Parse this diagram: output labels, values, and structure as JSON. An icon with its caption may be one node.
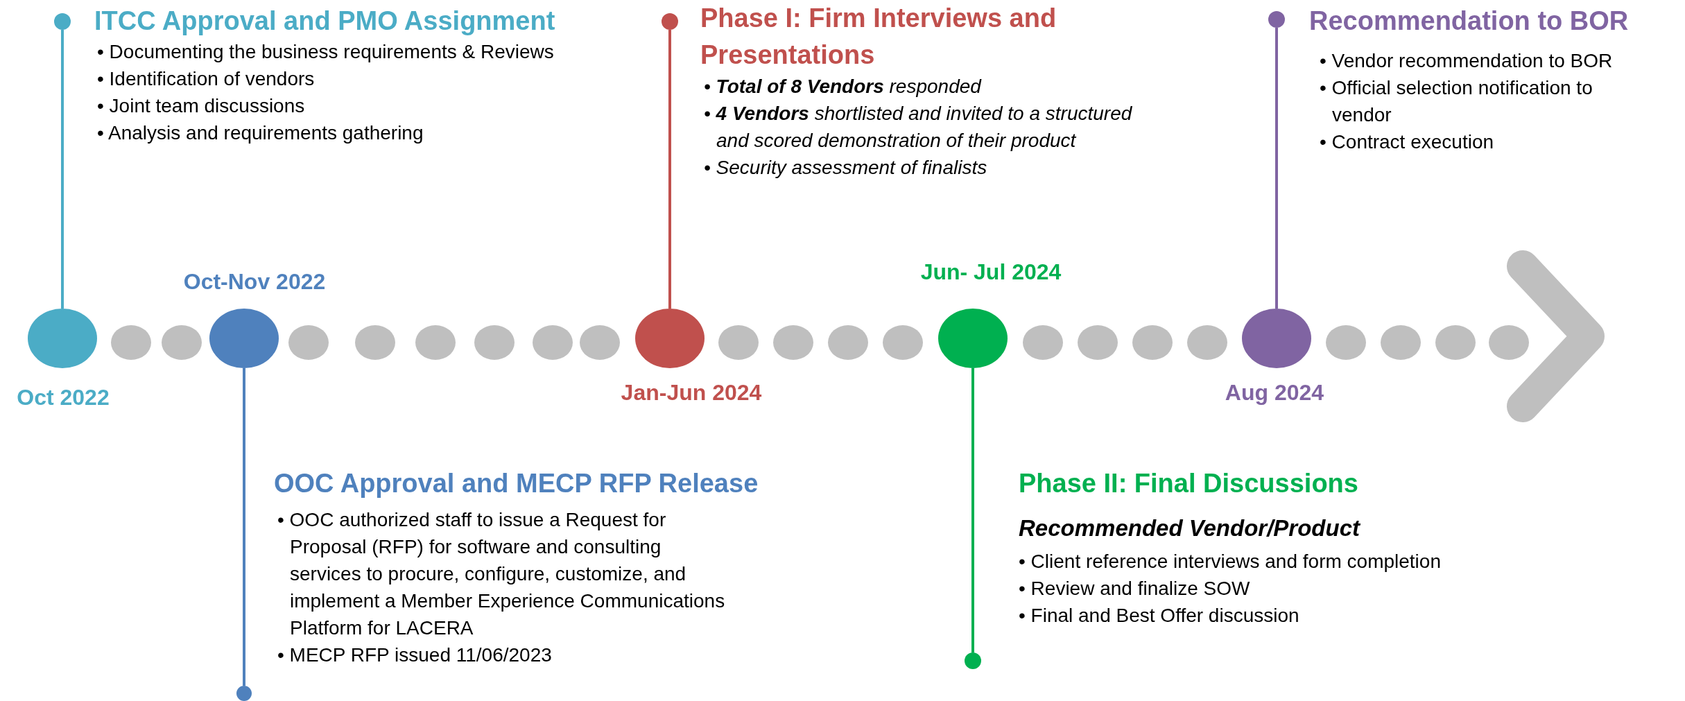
{
  "diagram": {
    "nodes": [
      {
        "text": [],
        "shape": "circle",
        "beside": [
          "ITCC Approval and PMO Assignment",
          "• Documenting the business requirements & Reviews",
          "• Identification of vendors",
          "• Joint team discussions",
          "• Analysis and requirements gathering"
        ]
      },
      {
        "text": [],
        "shape": "circle",
        "beside": [
          "Oct 2022"
        ]
      },
      {
        "text": [],
        "shape": "circle",
        "beside": [
          "Oct-Nov 2022"
        ]
      },
      {
        "text": [],
        "shape": "circle",
        "beside": [
          "OOC Approval and MECP RFP Release",
          "• OOC authorized staff to issue a Request for Proposal (RFP) for software and consulting services to procure, configure, customize, and implement a Member Experience Communications Platform for LACERA",
          "• MECP RFP issued 11/06/2023"
        ]
      },
      {
        "text": [],
        "shape": "circle",
        "beside": [
          "Phase I: Firm Interviews and Presentations",
          "• **Total of 8 Vendors** responded",
          "• **4 Vendors** shortlisted and invited to a structured and scored demonstration of their product",
          "• Security assessment of finalists"
        ]
      },
      {
        "text": [],
        "shape": "circle",
        "beside": [
          "Jan-Jun 2024"
        ]
      },
      {
        "text": [],
        "shape": "circle",
        "beside": [
          "Jun- Jul 2024"
        ]
      },
      {
        "text": [],
        "shape": "circle",
        "beside": [
          "Phase II: Final Discussions",
          "Recommended Vendor/Product",
          "• Client reference interviews and form completion",
          "• Review and finalize SOW",
          "• Final and Best Offer discussion"
        ]
      },
      {
        "text": [],
        "shape": "circle",
        "beside": [
          "Recommendation to BOR",
          "• Vendor recommendation to BOR",
          "• Official selection notification to vendor",
          "• Contract execution"
        ]
      },
      {
        "text": [],
        "shape": "circle",
        "beside": [
          "Aug 2024"
        ]
      }
    ],
    "edges": [
      {
        "from": 0,
        "to": 1,
        "arrow": "none",
        "color": "#4bacc6"
      },
      {
        "from": 2,
        "to": 3,
        "arrow": "none",
        "color": "#4f81bd"
      },
      {
        "from": 4,
        "to": 5,
        "arrow": "none",
        "color": "#c0504d"
      },
      {
        "from": 6,
        "to": 7,
        "arrow": "none",
        "color": "#00b050"
      },
      {
        "from": 8,
        "to": 9,
        "arrow": "none",
        "color": "#8064a2"
      }
    ]
  }
}
